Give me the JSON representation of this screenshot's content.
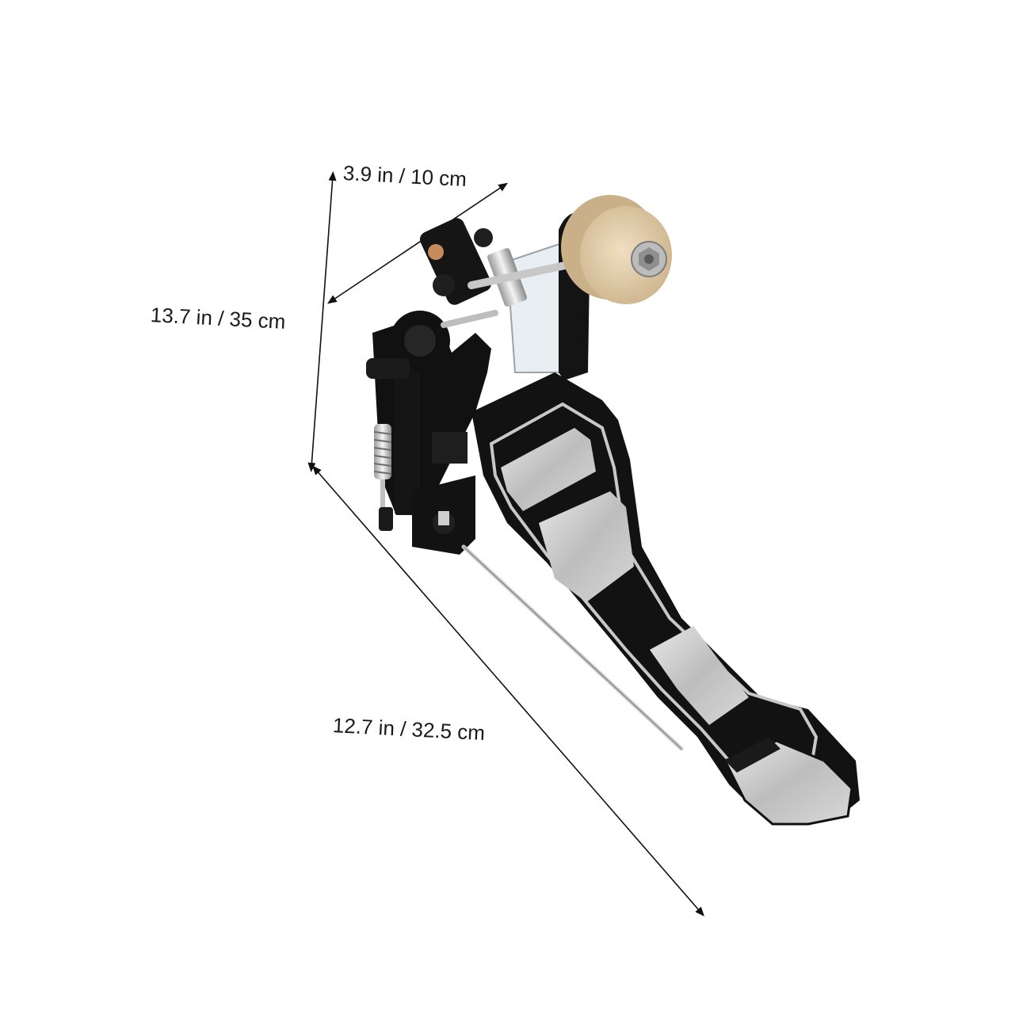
{
  "dimensions": {
    "width_label": "3.9 in / 10 cm",
    "height_label": "13.7 in / 35 cm",
    "length_label": "12.7 in / 32.5 cm"
  },
  "colors": {
    "background": "#ffffff",
    "pedal_frame": "#111111",
    "footboard_plate": "#c9c9c9",
    "beater_felt": "#e6d2b0",
    "chrome": "#d8d8d8",
    "dimension_line": "#111111"
  },
  "icons": {
    "product": "bass-drum-pedal-icon"
  }
}
